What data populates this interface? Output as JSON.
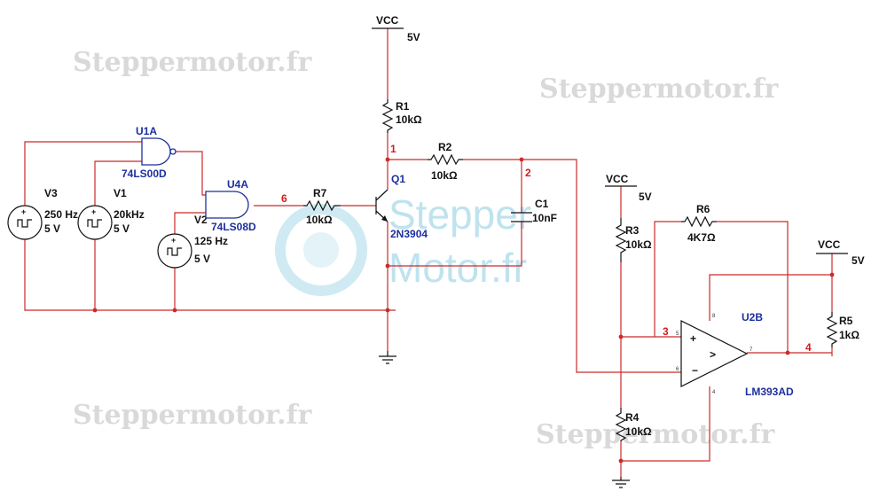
{
  "watermark": {
    "text": "Steppermotor.fr",
    "center_line1": "Stepper",
    "center_line2": "Motor.fr"
  },
  "supplies": [
    {
      "label": "VCC",
      "value": "5V"
    },
    {
      "label": "VCC",
      "value": "5V"
    },
    {
      "label": "VCC",
      "value": "5V"
    }
  ],
  "sources": {
    "v3": {
      "name": "V3",
      "freq": "250 Hz",
      "amp": "5 V"
    },
    "v1": {
      "name": "V1",
      "freq": "20kHz",
      "amp": "5 V"
    },
    "v2": {
      "name": "V2",
      "freq": "125 Hz",
      "amp": "5 V"
    }
  },
  "gates": {
    "u1a": {
      "ref": "U1A",
      "part": "74LS00D"
    },
    "u4a": {
      "ref": "U4A",
      "part": "74LS08D"
    }
  },
  "resistors": {
    "r1": {
      "ref": "R1",
      "value": "10kΩ"
    },
    "r2": {
      "ref": "R2",
      "value": "10kΩ"
    },
    "r3": {
      "ref": "R3",
      "value": "10kΩ"
    },
    "r4": {
      "ref": "R4",
      "value": "10kΩ"
    },
    "r5": {
      "ref": "R5",
      "value": "1kΩ"
    },
    "r6": {
      "ref": "R6",
      "value": "4K7Ω"
    },
    "r7": {
      "ref": "R7",
      "value": "10kΩ"
    }
  },
  "capacitor": {
    "ref": "C1",
    "value": "10nF"
  },
  "transistor": {
    "ref": "Q1",
    "part": "2N3904"
  },
  "comparator": {
    "ref": "U2B",
    "part": "LM393AD",
    "pins": {
      "p5": "5",
      "p6": "6",
      "p7": "7",
      "p8": "8",
      "p4": "4",
      "plus": "+",
      "minus": "−",
      "sym": ">"
    }
  },
  "nodes": {
    "n1": "1",
    "n2": "2",
    "n3": "3",
    "n4": "4",
    "n6": "6"
  },
  "colors": {
    "wire": "#cc2a2a",
    "component": "#111111",
    "gate": "#1d2f9e",
    "node_label": "#d11c1c"
  }
}
